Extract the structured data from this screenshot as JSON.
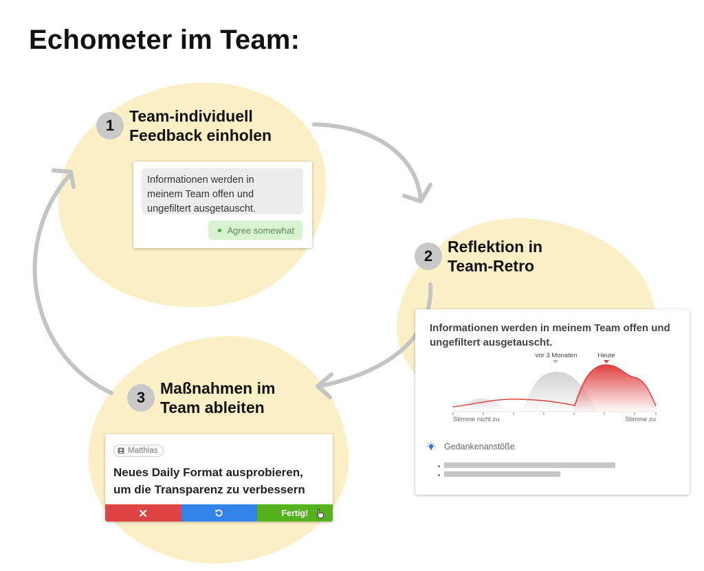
{
  "title": "Echometer im Team:",
  "steps": [
    {
      "number": "1",
      "title_line1": "Team-individuell",
      "title_line2": "Feedback einholen"
    },
    {
      "number": "2",
      "title_line1": "Reflektion in",
      "title_line2": "Team-Retro"
    },
    {
      "number": "3",
      "title_line1": "Maßnahmen im",
      "title_line2": "Team ableiten"
    }
  ],
  "survey_card": {
    "statement_line1": "Informationen werden in",
    "statement_line2": "meinem Team offen und",
    "statement_line3": "ungefiltert ausgetauscht.",
    "answer": "Agree somewhat"
  },
  "retro_card": {
    "question_line1": "Informationen werden in meinem Team offen und",
    "question_line2": "ungefiltert ausgetauscht.",
    "marker_past": "vor 3 Monaten",
    "marker_now": "Heute",
    "axis_left": "Stimme nicht zu",
    "axis_right": "Stimme zu",
    "section_label": "Gedankenanstöße",
    "colors": {
      "past": "#d6d6d6",
      "now": "#e04040"
    }
  },
  "action_card": {
    "author": "Matthias",
    "text_line1": "Neues Daily Format ausprobieren,",
    "text_line2": "um die Transparenz zu verbessern",
    "reject_icon": "close-icon",
    "reset_icon": "undo-icon",
    "done_label": "Fertig!",
    "colors": {
      "reject": "#df4343",
      "reset": "#3283ea",
      "done": "#56b21c"
    }
  }
}
